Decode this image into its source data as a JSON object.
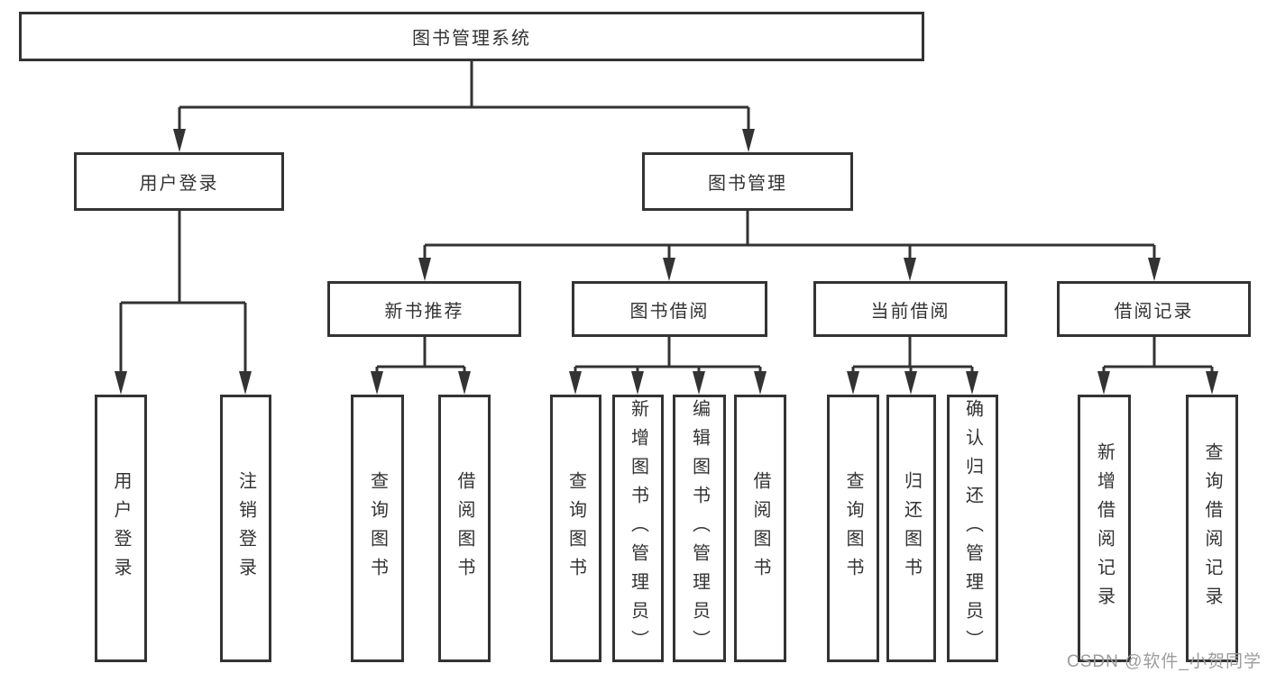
{
  "tree": {
    "root": "图书管理系统",
    "branches": [
      {
        "label": "用户登录",
        "children": [
          "用户登录",
          "注销登录"
        ]
      },
      {
        "label": "图书管理",
        "children": [
          {
            "label": "新书推荐",
            "children": [
              "查询图书",
              "借阅图书"
            ]
          },
          {
            "label": "图书借阅",
            "children": [
              "查询图书",
              "新增图书（管理员）",
              "编辑图书（管理员）",
              "借阅图书"
            ]
          },
          {
            "label": "当前借阅",
            "children": [
              "查询图书",
              "归还图书",
              "确认归还（管理员）"
            ]
          },
          {
            "label": "借阅记录",
            "children": [
              "新增借阅记录",
              "查询借阅记录"
            ]
          }
        ]
      }
    ]
  },
  "watermark": "CSDN @软件_小贺同学",
  "colors": {
    "line": "#333333",
    "background": "#ffffff",
    "watermark": "#9c9c9c"
  }
}
